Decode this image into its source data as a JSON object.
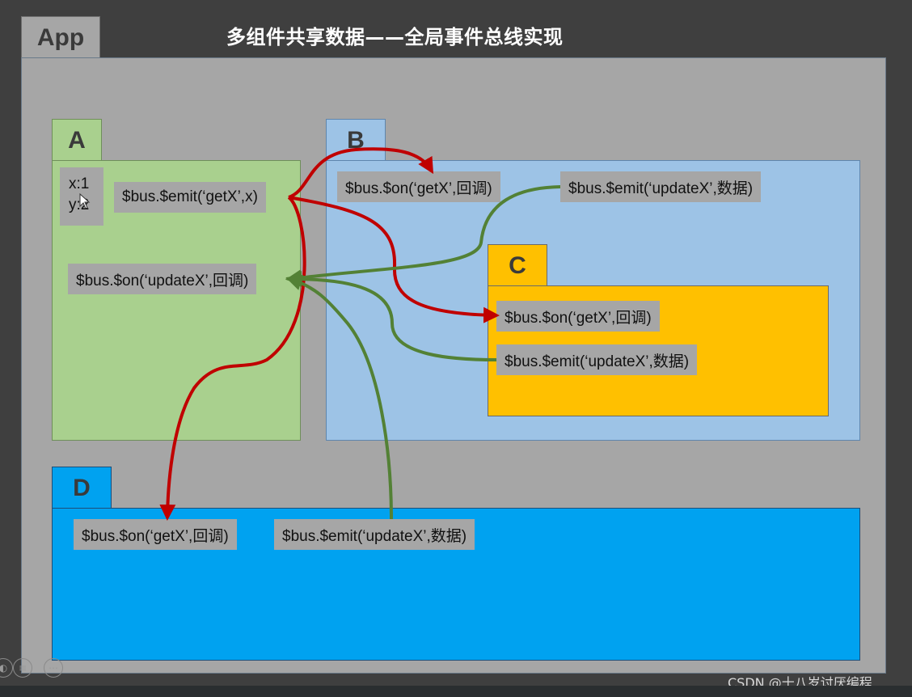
{
  "app": {
    "label": "App"
  },
  "title": "多组件共享数据——全局事件总线实现",
  "components": {
    "a": {
      "label": "A",
      "x": "x:1",
      "y": "y:2",
      "emit": "$bus.$emit(‘getX’,x)",
      "on": "$bus.$on(‘updateX’,回调)"
    },
    "b": {
      "label": "B",
      "on": "$bus.$on(‘getX’,回调)",
      "emit": "$bus.$emit(‘updateX’,数据)"
    },
    "c": {
      "label": "C",
      "on": "$bus.$on(‘getX’,回调)",
      "emit": "$bus.$emit(‘updateX’,数据)"
    },
    "d": {
      "label": "D",
      "on": "$bus.$on(‘getX’,回调)",
      "emit": "$bus.$emit(‘updateX’,数据)"
    }
  },
  "colors": {
    "app_bg": "#a6a6a6",
    "a_bg": "#a9d08e",
    "b_bg": "#9dc3e6",
    "c_bg": "#ffc000",
    "d_bg": "#00a2f0",
    "red_arrow": "#c00000",
    "green_arrow": "#538135"
  },
  "watermark": "CSDN @十八岁讨厌编程",
  "controls": [
    "presenter-icon",
    "notes-icon",
    "more-icon"
  ]
}
